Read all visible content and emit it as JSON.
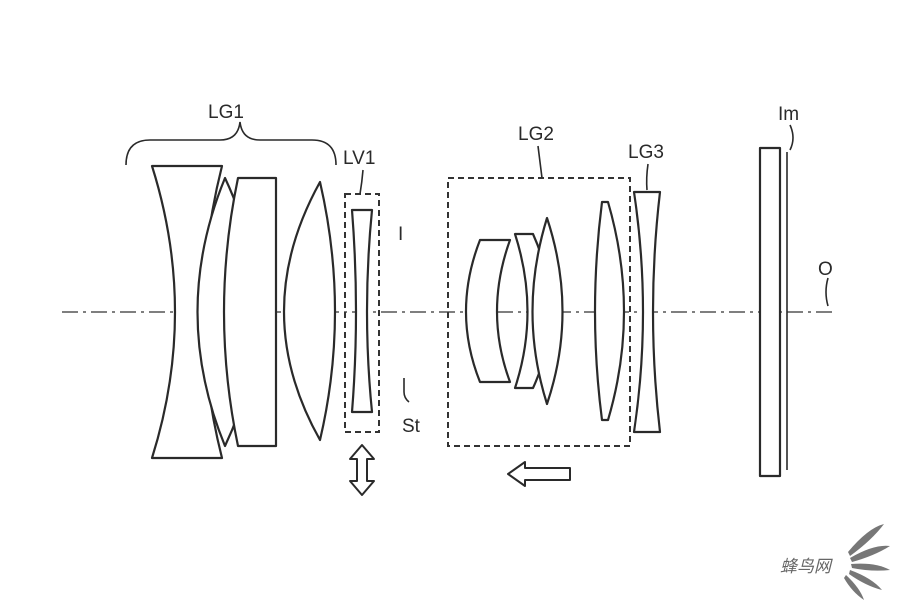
{
  "labels": {
    "lg1": "LG1",
    "lv1": "LV1",
    "lg2": "LG2",
    "lg3": "LG3",
    "im": "Im",
    "o": "O",
    "st": "St",
    "i": "I"
  },
  "watermark": {
    "text": "蜂鸟网",
    "icon": "feather-fan-logo-icon"
  },
  "colors": {
    "line": "#2a2a2a",
    "background": "#ffffff"
  }
}
